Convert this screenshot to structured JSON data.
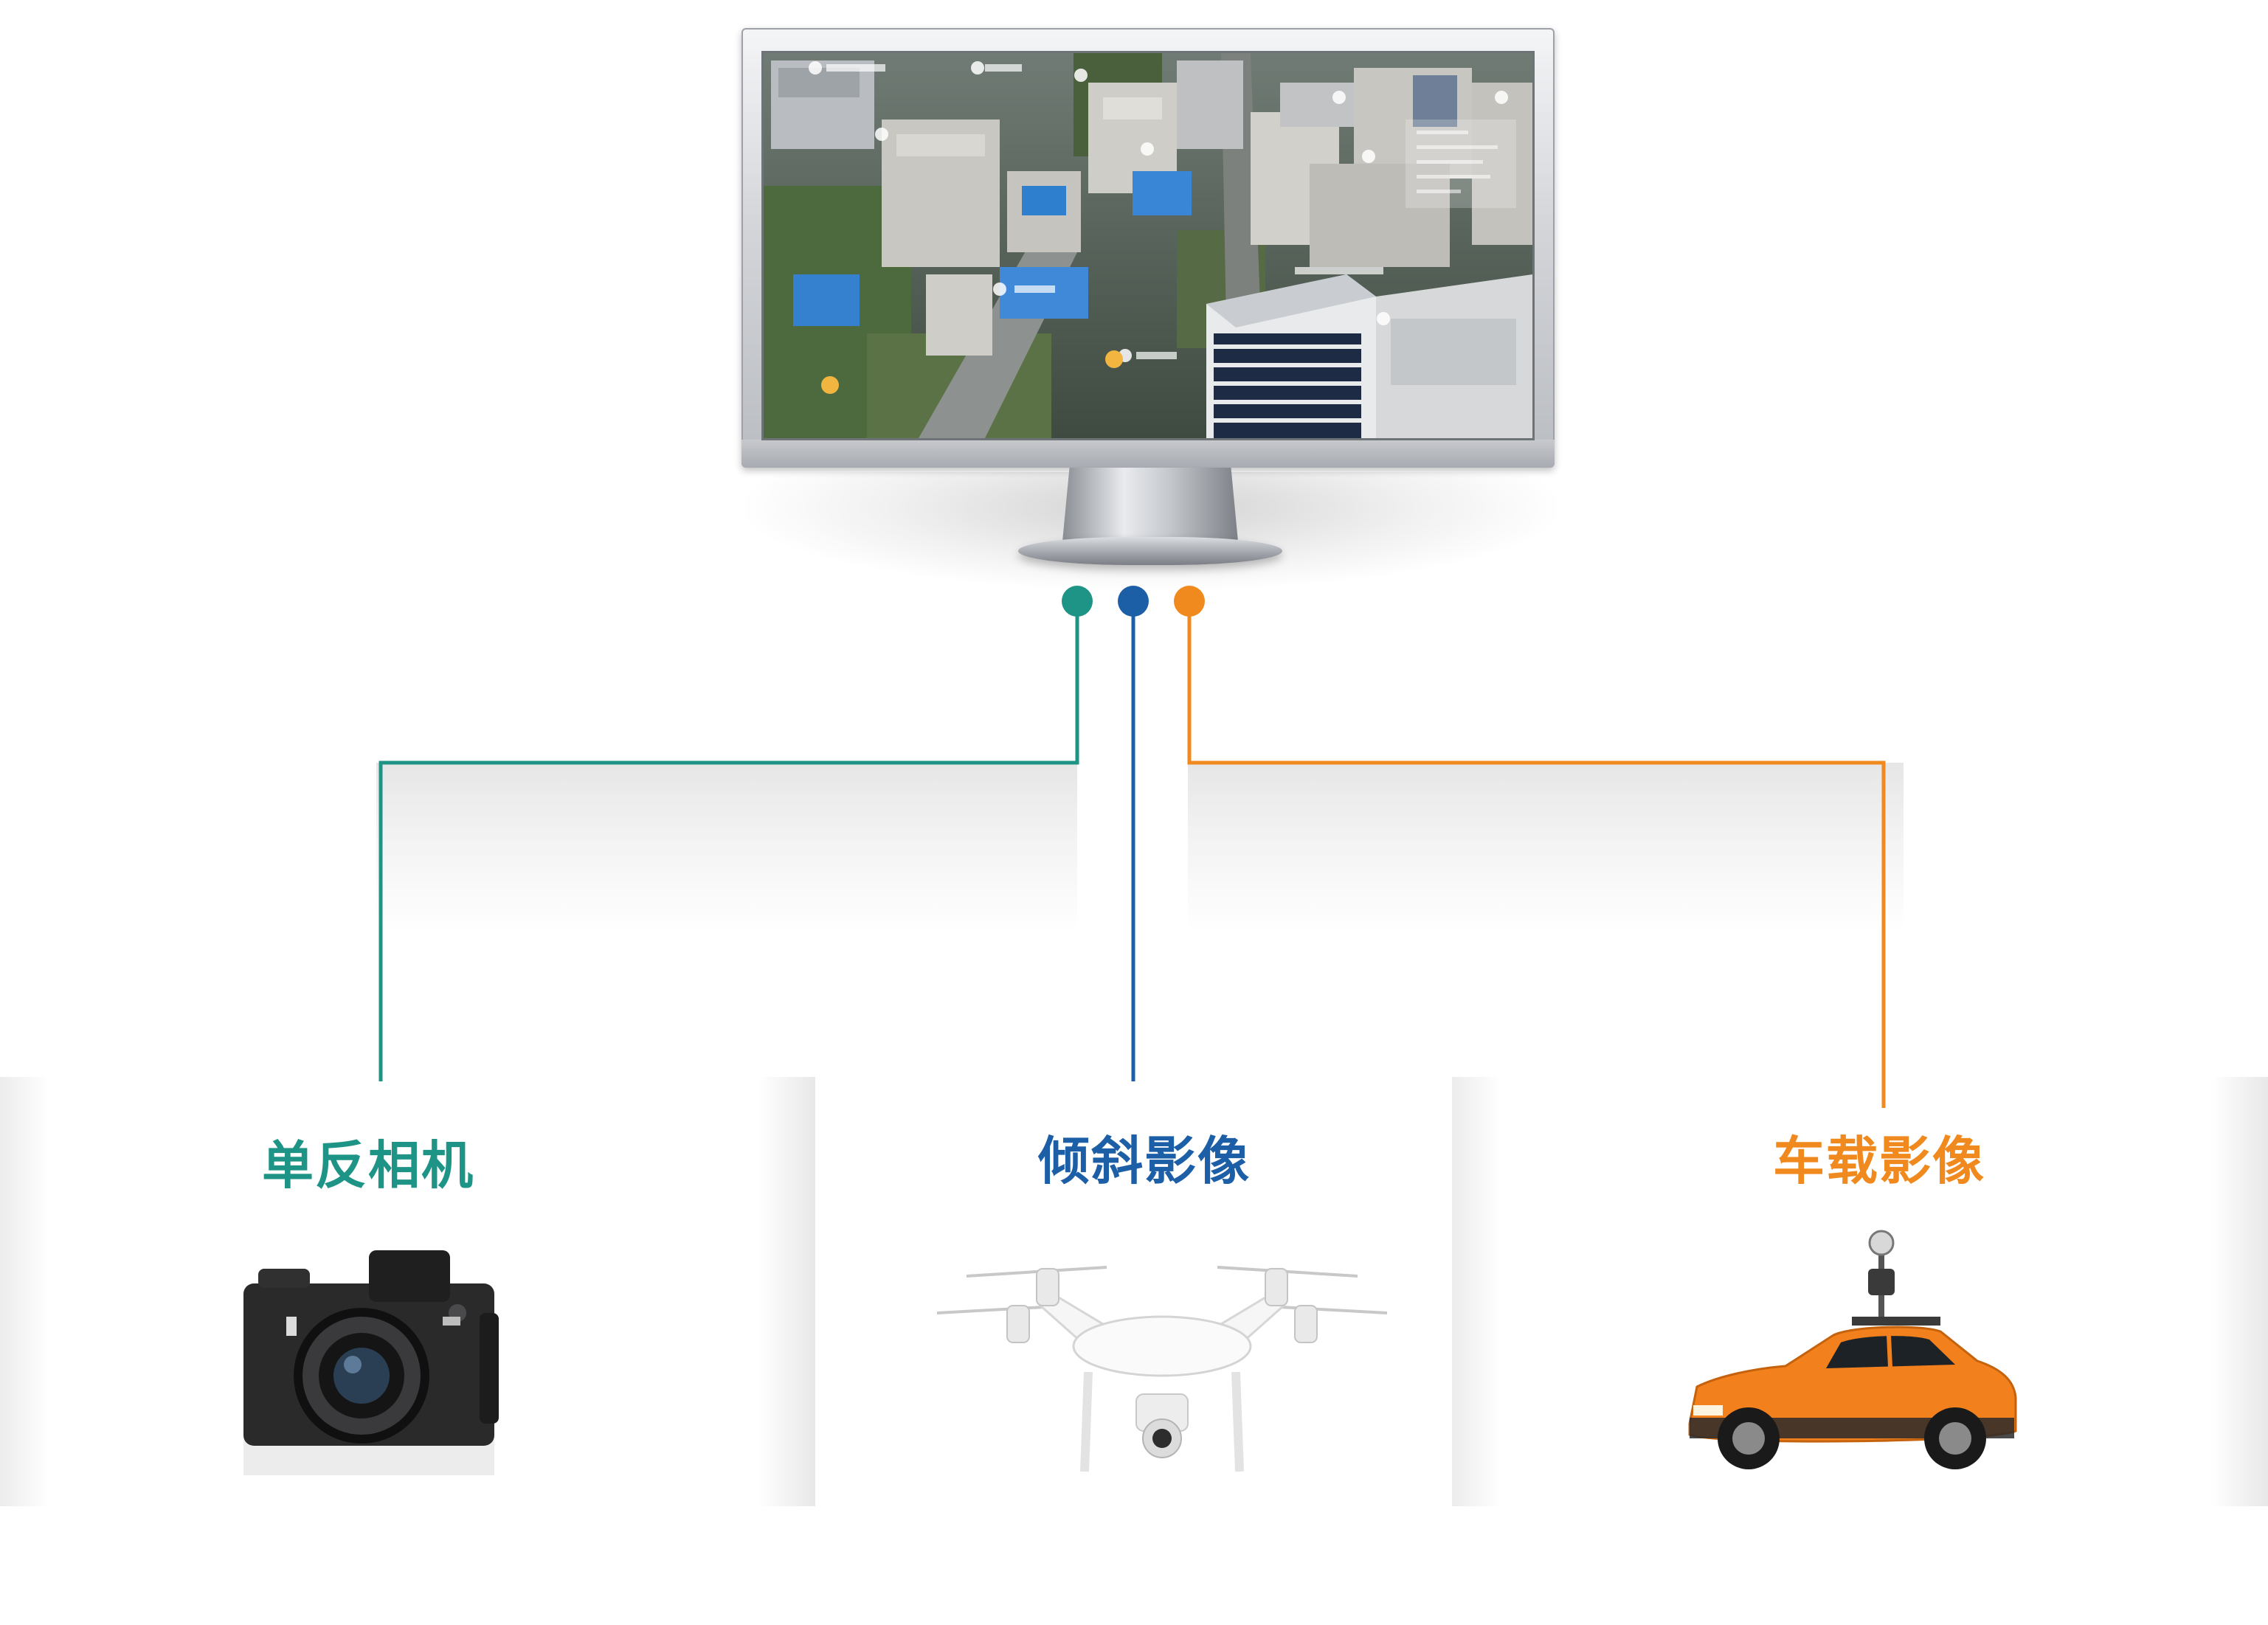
{
  "colors": {
    "dslr": "#1e9486",
    "oblique": "#1d5fa7",
    "vehicle": "#f08a1e"
  },
  "monitor": {
    "screen_content": "aerial-oblique-city-scene"
  },
  "sources": [
    {
      "label": "单反相机",
      "icon": "dslr-camera-icon",
      "color": "#1e9486"
    },
    {
      "label": "倾斜影像",
      "icon": "drone-icon",
      "color": "#1d5fa7"
    },
    {
      "label": "车载影像",
      "icon": "mapping-car-icon",
      "color": "#f08a1e"
    }
  ]
}
